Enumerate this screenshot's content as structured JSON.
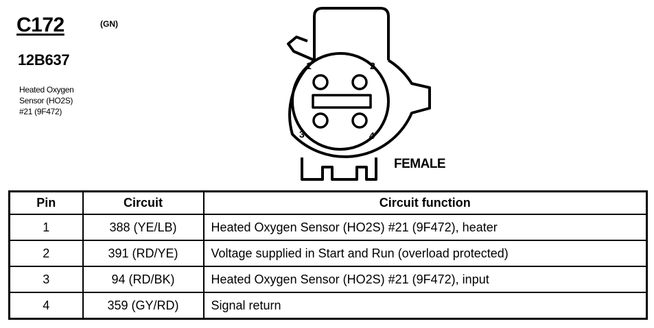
{
  "connector": {
    "id": "C172",
    "color_code": "(GN)",
    "part_number": "12B637",
    "description_lines": [
      "Heated Oxygen",
      "Sensor (HO2S)",
      "#21 (9F472)"
    ],
    "gender": "FEMALE",
    "pin_numbers": [
      "1",
      "2",
      "3",
      "4"
    ]
  },
  "table": {
    "headers": {
      "pin": "Pin",
      "circuit": "Circuit",
      "function": "Circuit function"
    },
    "rows": [
      {
        "pin": "1",
        "circuit": "388 (YE/LB)",
        "function": "Heated Oxygen Sensor (HO2S) #21 (9F472), heater"
      },
      {
        "pin": "2",
        "circuit": "391 (RD/YE)",
        "function": "Voltage supplied in Start and Run (overload protected)"
      },
      {
        "pin": "3",
        "circuit": "94 (RD/BK)",
        "function": "Heated Oxygen Sensor (HO2S) #21 (9F472), input"
      },
      {
        "pin": "4",
        "circuit": "359 (GY/RD)",
        "function": "Signal return"
      }
    ]
  }
}
